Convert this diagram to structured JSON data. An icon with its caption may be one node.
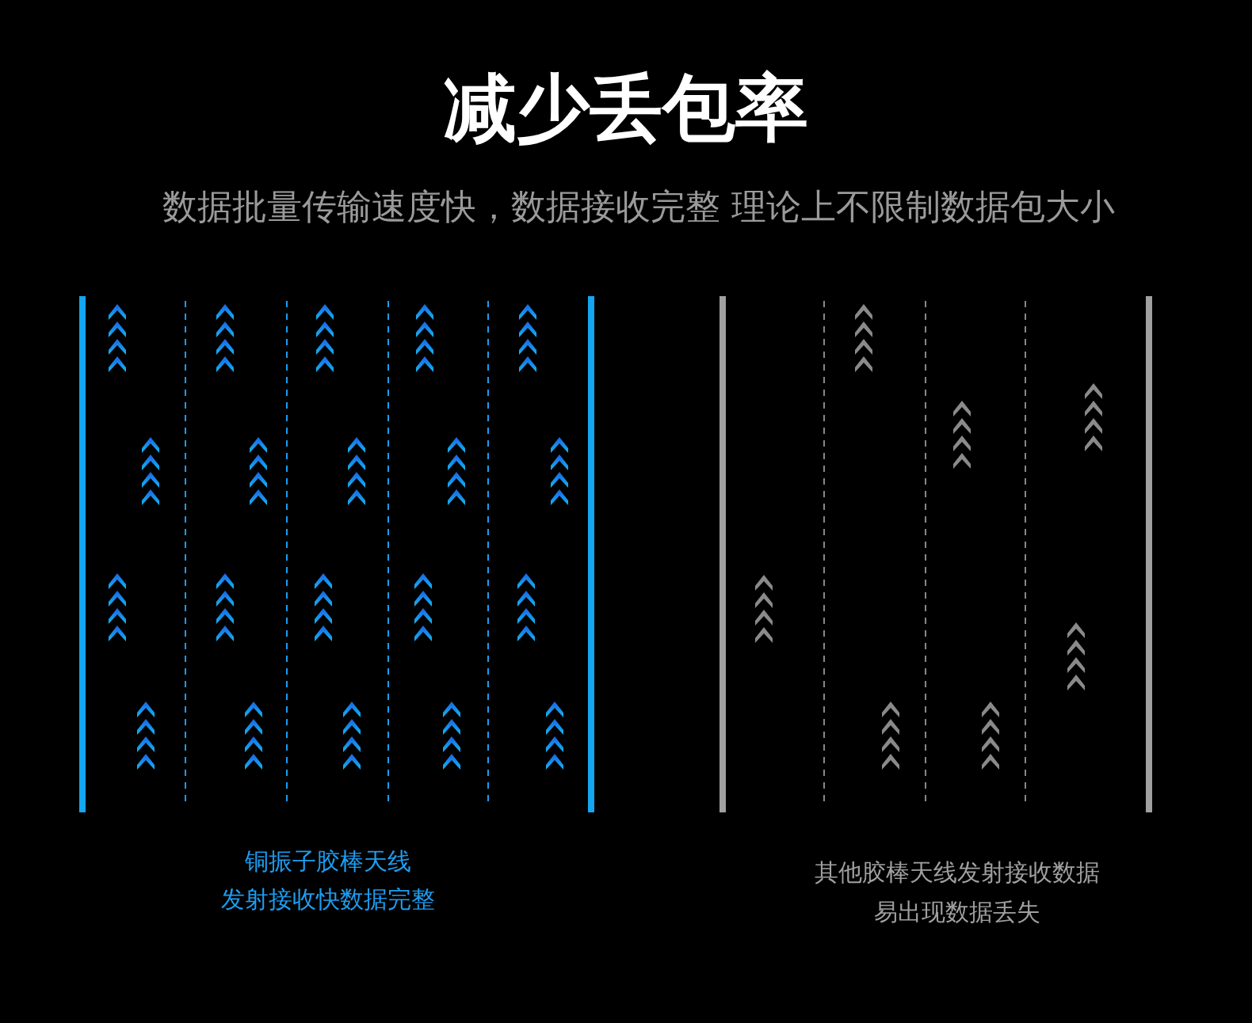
{
  "diagram": {
    "title": "减少丢包率",
    "labels": [
      "数据批量传输速度快，数据接收完整 理论上不限制数据包大小",
      "铜振子胶棒天线",
      "发射接收快数据完整",
      "其他胶棒天线发射接收数据",
      "易出现数据丢失"
    ]
  }
}
